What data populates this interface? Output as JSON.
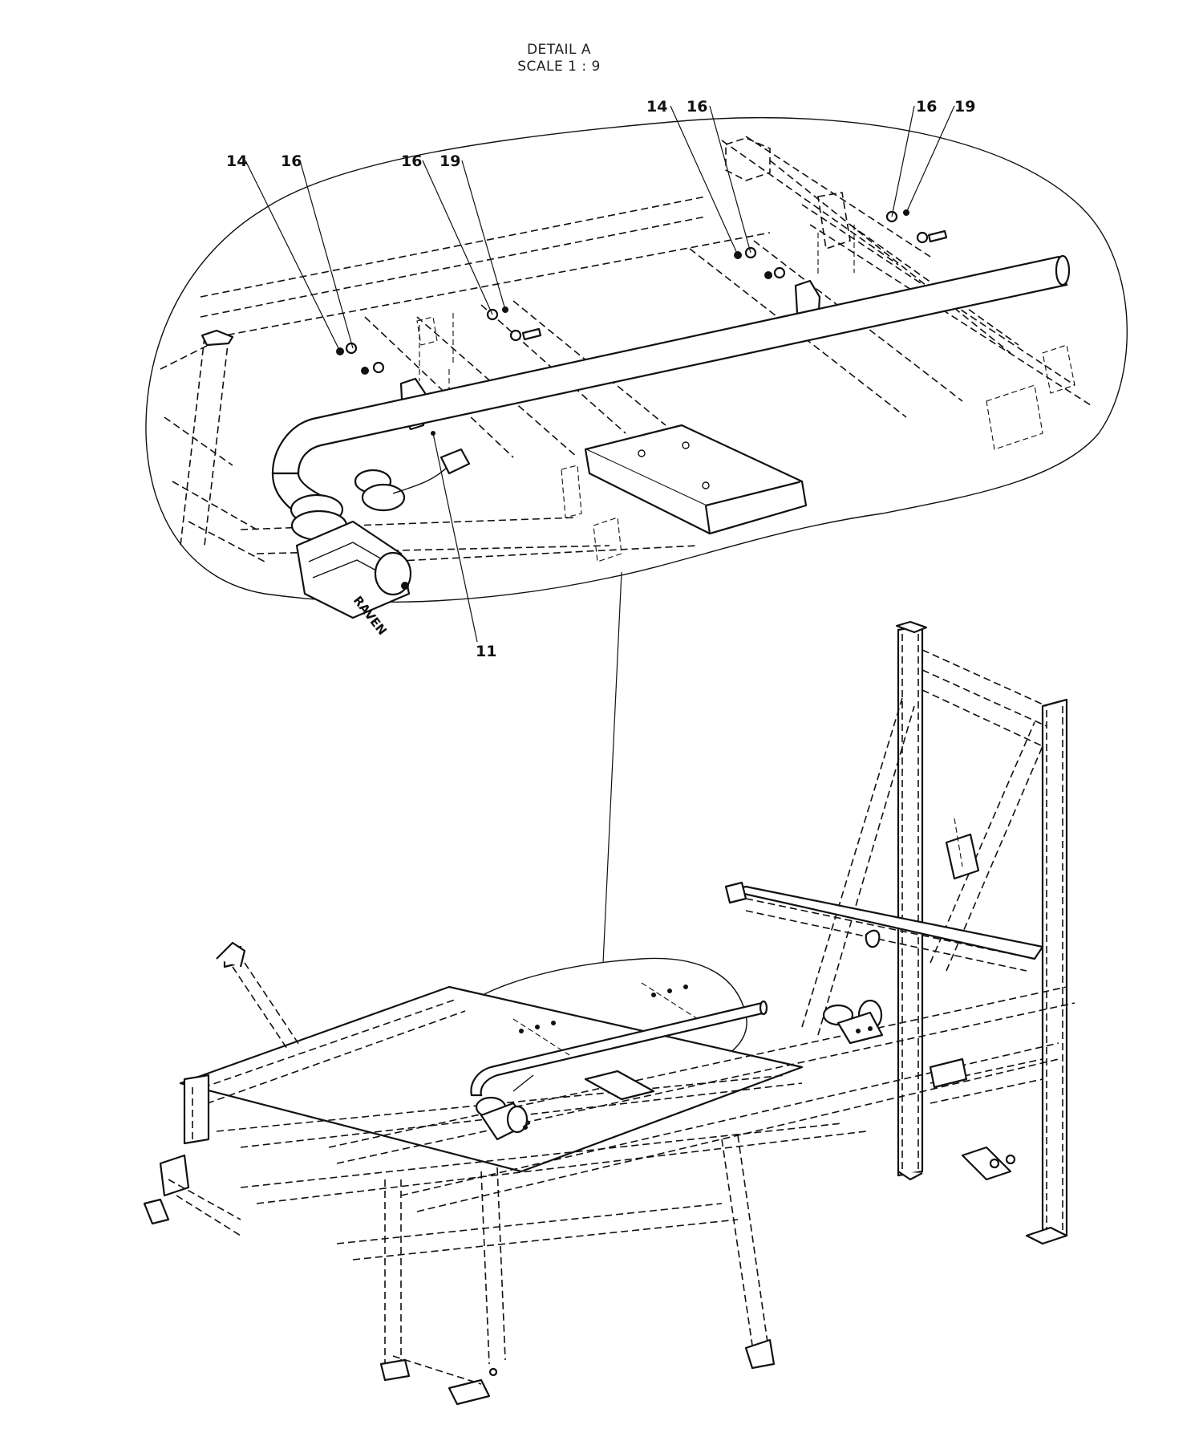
{
  "detail": {
    "title": "DETAIL A",
    "scale": "SCALE 1 : 9"
  },
  "callouts": [
    {
      "id": "c1",
      "label": "14"
    },
    {
      "id": "c2",
      "label": "16"
    },
    {
      "id": "c3",
      "label": "16"
    },
    {
      "id": "c4",
      "label": "19"
    },
    {
      "id": "c5",
      "label": "14"
    },
    {
      "id": "c6",
      "label": "16"
    },
    {
      "id": "c7",
      "label": "16"
    },
    {
      "id": "c8",
      "label": "19"
    },
    {
      "id": "c9",
      "label": "11"
    }
  ],
  "logo_text": "RAVEN"
}
